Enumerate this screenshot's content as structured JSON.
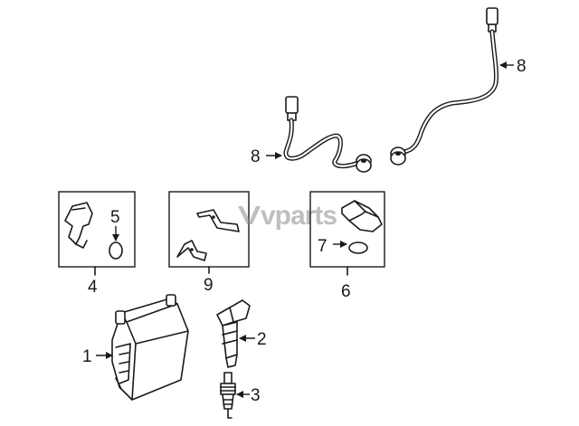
{
  "watermark": "vparts",
  "callouts": {
    "c1": "1",
    "c2": "2",
    "c3": "3",
    "c4": "4",
    "c5": "5",
    "c6": "6",
    "c7": "7",
    "c8_upper": "8",
    "c8_left": "8",
    "c9": "9"
  }
}
